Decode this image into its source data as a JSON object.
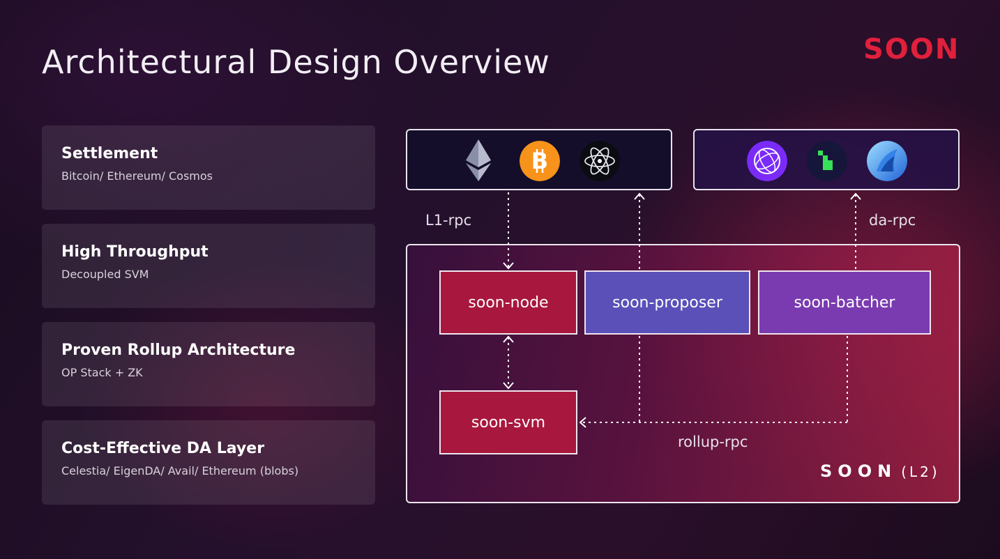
{
  "header": {
    "title": "Architectural Design Overview",
    "brand": "SOON"
  },
  "features": [
    {
      "title": "Settlement",
      "subtitle": "Bitcoin/ Ethereum/ Cosmos"
    },
    {
      "title": "High Throughput",
      "subtitle": "Decoupled SVM"
    },
    {
      "title": "Proven Rollup Architecture",
      "subtitle": "OP Stack + ZK"
    },
    {
      "title": "Cost-Effective DA Layer",
      "subtitle": "Celestia/ EigenDA/ Avail/ Ethereum (blobs)"
    }
  ],
  "diagram": {
    "l1_logos": [
      "ethereum-icon",
      "bitcoin-icon",
      "cosmos-icon"
    ],
    "da_logos": [
      "celestia-icon",
      "eigenda-icon",
      "avail-icon"
    ],
    "nodes": {
      "node": "soon-node",
      "proposer": "soon-proposer",
      "batcher": "soon-batcher",
      "svm": "soon-svm"
    },
    "labels": {
      "l1_rpc": "L1-rpc",
      "da_rpc": "da-rpc",
      "rollup_rpc": "rollup-rpc"
    },
    "l2_brand": "SOON",
    "l2_suffix": "(L2)"
  },
  "colors": {
    "brand_red": "#e0203c",
    "node_red": "#a8173d",
    "proposer_blue": "#5a50b8",
    "batcher_purple": "#7a3bb0",
    "bitcoin_orange": "#f7931a"
  }
}
